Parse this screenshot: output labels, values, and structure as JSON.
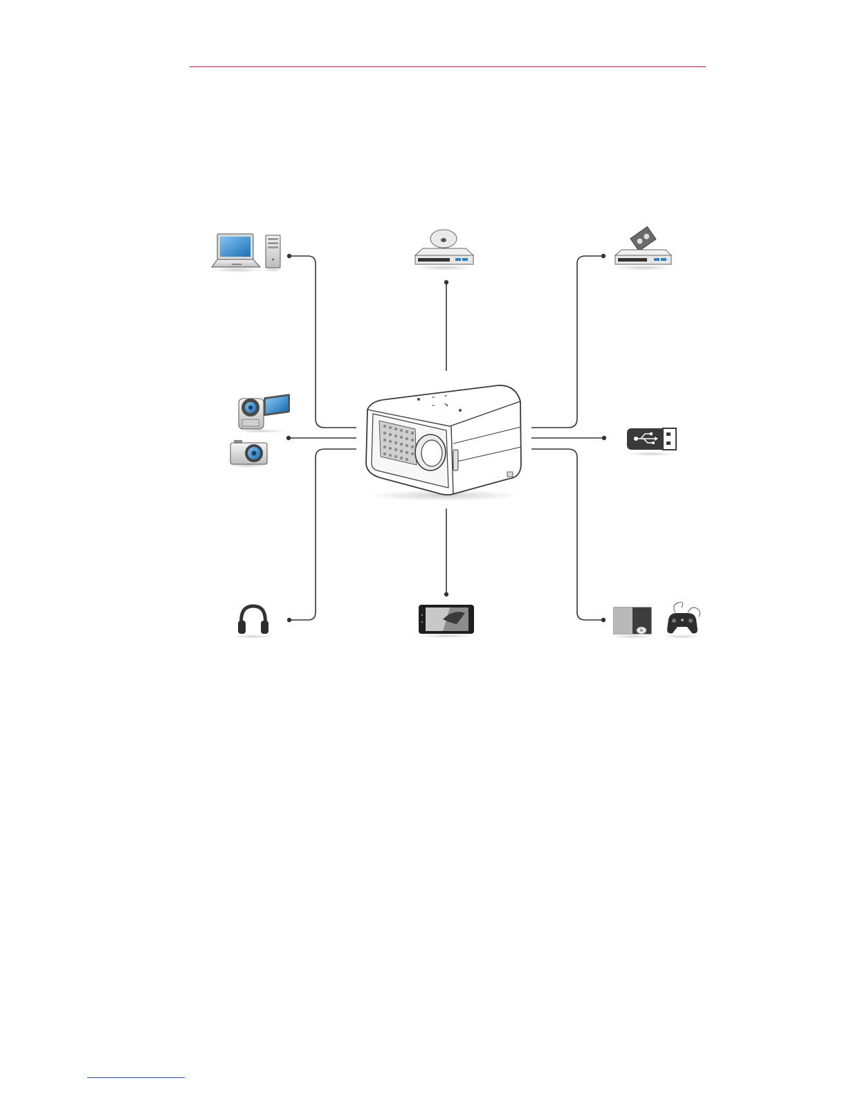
{
  "colors": {
    "accent_rule": "#b0164f",
    "footer_rule": "#2b4ea8",
    "connector_line": "#333333",
    "device_outline": "#3a3a3a",
    "screen_blue": "#2c7fc4"
  },
  "diagram": {
    "center_device": "projector-icon",
    "devices": [
      {
        "id": "pc",
        "icons": [
          "laptop-icon",
          "desktop-tower-icon"
        ]
      },
      {
        "id": "dvd",
        "icons": [
          "dvd-player-icon"
        ]
      },
      {
        "id": "vcr",
        "icons": [
          "vcr-icon"
        ]
      },
      {
        "id": "camera",
        "icons": [
          "camcorder-icon",
          "digital-camera-icon"
        ]
      },
      {
        "id": "usb",
        "icons": [
          "usb-drive-icon"
        ]
      },
      {
        "id": "audio",
        "icons": [
          "headphones-icon"
        ]
      },
      {
        "id": "mobile",
        "icons": [
          "smartphone-icon"
        ]
      },
      {
        "id": "game",
        "icons": [
          "set-top-box-icon",
          "game-controller-icon"
        ]
      }
    ]
  }
}
